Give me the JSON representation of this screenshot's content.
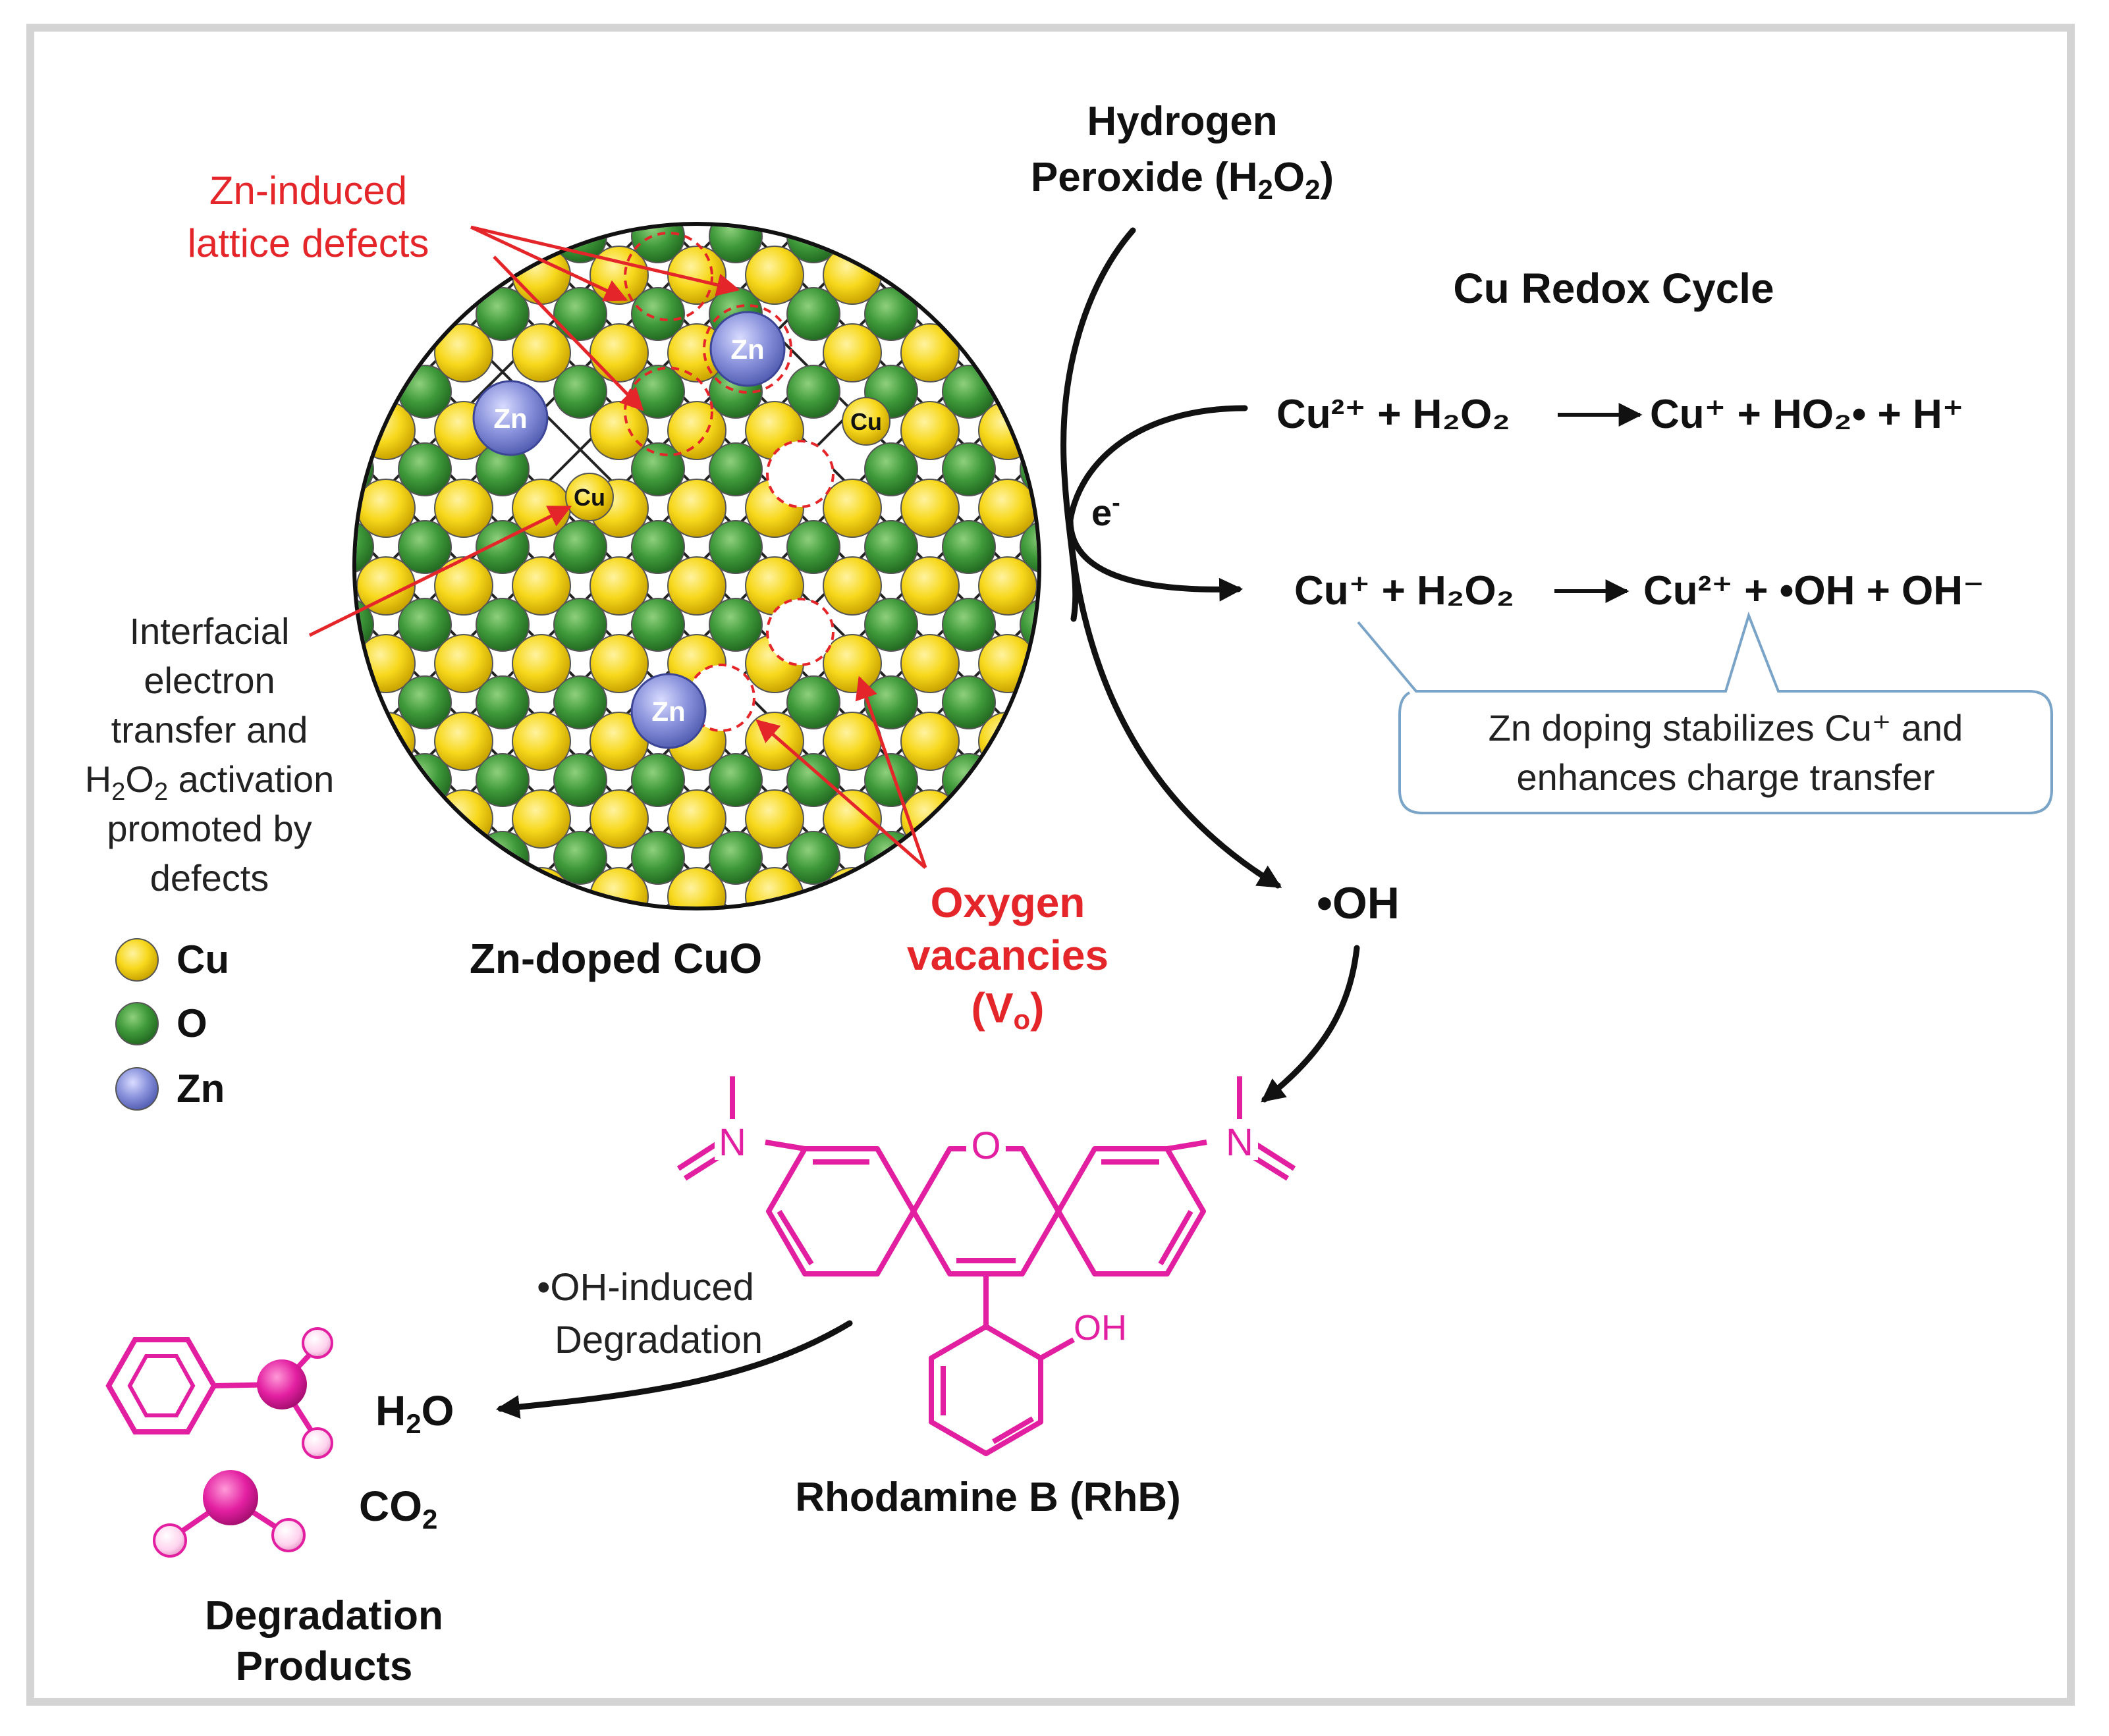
{
  "labels": {
    "h2o2_line1": "Hydrogen",
    "h2o2_line2_main": "Peroxide (H",
    "h2o2_sub2": "2",
    "h2o2_O": "O",
    "h2o2_close": ")",
    "zn_defects_line1": "Zn-induced",
    "zn_defects_line2": "lattice defects",
    "cu_redox_title": "Cu Redox Cycle",
    "electron": "e",
    "electron_sup": "-",
    "interfacial_lines": [
      "Interfacial",
      "electron",
      "transfer and",
      "activation",
      "promoted by",
      "defects"
    ],
    "interfacial_h2o2_H": "H",
    "interfacial_h2o2_2": "2",
    "interfacial_h2o2_O": "O",
    "zn_doped": "Zn-doped CuO",
    "oxygen_vac_line1": "Oxygen",
    "oxygen_vac_line2": "vacancies",
    "oxygen_vac_V": "(V",
    "oxygen_vac_sub": "o",
    "oxygen_vac_close": ")",
    "oh_radical": "•OH",
    "rhodamine": "Rhodamine B (RhB)",
    "degr_induced_line1": "•OH-induced",
    "degr_induced_line2": "Degradation",
    "h2o_H": "H",
    "h2o_2": "2",
    "h2o_O": "O",
    "co2_CO": "CO",
    "co2_2": "2",
    "products_line1": "Degradation",
    "products_line2": "Products",
    "note_line1": "Zn doping stabilizes Cu⁺ and",
    "note_line2": "enhances charge transfer",
    "atom_zn": "Zn",
    "atom_cu": "Cu",
    "mol_O": "O",
    "mol_N": "N",
    "mol_OH": "OH"
  },
  "reactions": {
    "r1": {
      "left": "Cu²⁺ + H₂O₂",
      "right": "Cu⁺ + HO₂• + H⁺"
    },
    "r2": {
      "left": "Cu⁺ + H₂O₂",
      "right": "Cu²⁺ + •OH + OH⁻"
    }
  },
  "legend": [
    {
      "label": "Cu",
      "color": "#f7d81c"
    },
    {
      "label": "O",
      "color": "#3f9a3a"
    },
    {
      "label": "Zn",
      "color": "#8a93dc"
    }
  ],
  "colors": {
    "red_label": "#e4262a",
    "magenta": "#e31fa1",
    "cu_yellow": "#f7d81c",
    "o_green": "#3f9a3a",
    "zn_blue": "#8a93dc",
    "note_border": "#7aa3c8"
  }
}
